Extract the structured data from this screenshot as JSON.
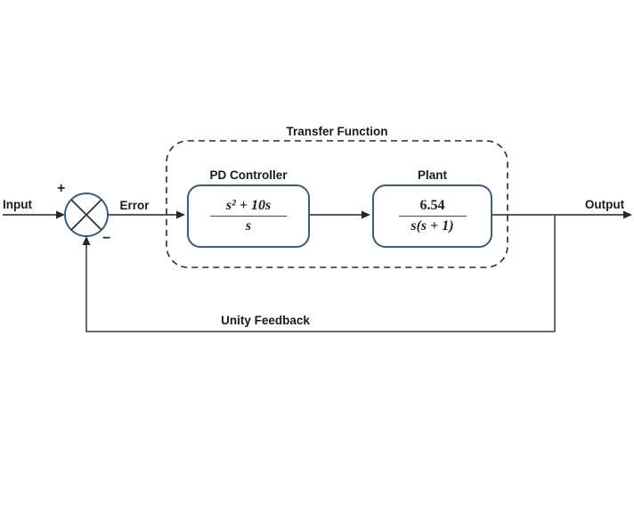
{
  "diagram": {
    "group_title": "Transfer Function",
    "labels": {
      "input": "Input",
      "error": "Error",
      "output": "Output",
      "feedback": "Unity Feedback",
      "plus": "+",
      "minus": "−"
    },
    "blocks": [
      {
        "name": "PD Controller",
        "numerator": "s² + 10s",
        "denominator": "s"
      },
      {
        "name": "Plant",
        "numerator": "6.54",
        "denominator": "s(s + 1)"
      }
    ],
    "colors": {
      "block_border": "#3e5c78",
      "forward_line": "#404040",
      "feedback_line": "#595959",
      "dashed_border": "#2b2b2b",
      "text": "#1a1a1a",
      "background": "#ffffff"
    }
  }
}
